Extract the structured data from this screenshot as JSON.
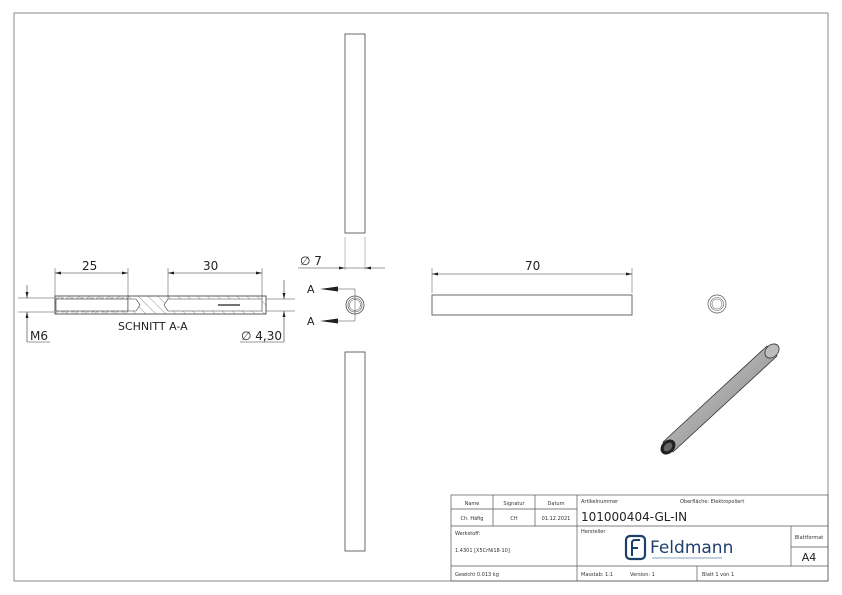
{
  "drawing": {
    "section_view": {
      "dim_left_length": "25",
      "dim_right_length": "30",
      "thread_label": "M6",
      "section_label": "SCHNITT A-A",
      "bore_diameter": "∅ 4,30"
    },
    "end_view": {
      "outer_diameter": "∅ 7",
      "section_marker_top": "A",
      "section_marker_bottom": "A"
    },
    "side_view": {
      "length": "70"
    }
  },
  "title_block": {
    "headers": {
      "name": "Name",
      "signatur": "Signatur",
      "datum": "Datum"
    },
    "values": {
      "name": "Ch. Häfig",
      "signatur": "CH",
      "datum": "01.12.2021"
    },
    "artikelnummer_label": "Artikelnummer",
    "artikelnummer": "101000404-GL-IN",
    "oberflaeche": "Oberfläche:  Elektropoliert",
    "werkstoff_label": "Werkstoff:",
    "werkstoff": "1.4301 [X5CrNi18-10]",
    "hersteller_label": "Hersteller",
    "logo_text": "Feldmann",
    "blattformat_label": "Blattformat",
    "blattformat": "A4",
    "gewicht": "Gewicht 0.013 kg",
    "massstab": "Masstab: 1:1",
    "version": "Version: 1",
    "blatt": "Blatt 1 von 1"
  },
  "colors": {
    "line": "#3a3a3a",
    "frame": "#888888",
    "brand": "#1f3f6b"
  }
}
